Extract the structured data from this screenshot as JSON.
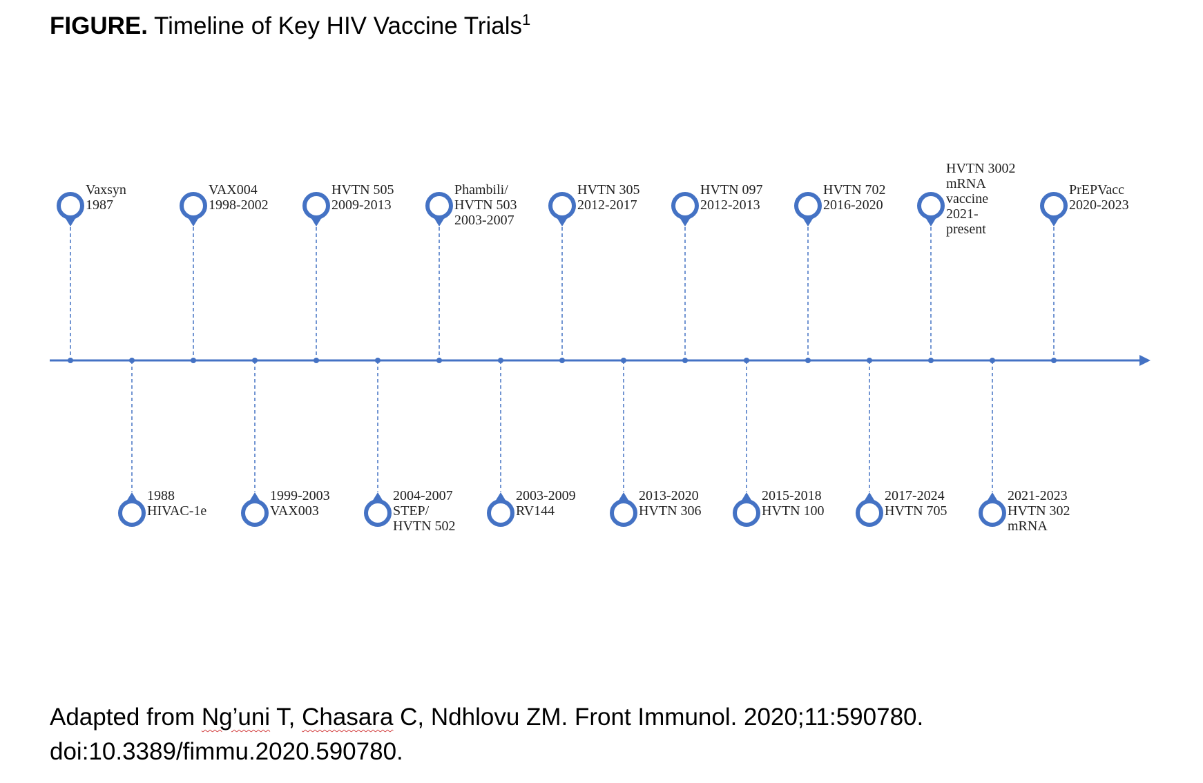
{
  "figure": {
    "label": "FIGURE.",
    "title": "Timeline of Key HIV Vaccine Trials",
    "superscript": "1"
  },
  "timeline": {
    "line_color": "#4472C4",
    "above": [
      {
        "lines": [
          "Vaxsyn",
          "1987"
        ]
      },
      {
        "lines": [
          "VAX004",
          "1998-2002"
        ]
      },
      {
        "lines": [
          "HVTN 505",
          "2009-2013"
        ]
      },
      {
        "lines": [
          "Phambili/",
          "HVTN 503",
          "2003-2007"
        ]
      },
      {
        "lines": [
          "HVTN 305",
          "2012-2017"
        ]
      },
      {
        "lines": [
          "HVTN 097",
          "2012-2013"
        ]
      },
      {
        "lines": [
          "HVTN 702",
          "2016-2020"
        ]
      },
      {
        "lines": [
          "HVTN 3002",
          "mRNA",
          "vaccine",
          "2021-",
          "present"
        ]
      },
      {
        "lines": [
          "PrEPVacc",
          "2020-2023"
        ]
      }
    ],
    "below": [
      {
        "lines": [
          "1988",
          "HIVAC-1e"
        ]
      },
      {
        "lines": [
          "1999-2003",
          "VAX003"
        ]
      },
      {
        "lines": [
          "2004-2007",
          "STEP/",
          "HVTN 502"
        ]
      },
      {
        "lines": [
          "2003-2009",
          "RV144"
        ]
      },
      {
        "lines": [
          "2013-2020",
          "HVTN 306"
        ]
      },
      {
        "lines": [
          "2015-2018",
          "HVTN 100"
        ]
      },
      {
        "lines": [
          "2017-2024",
          "HVTN 705"
        ]
      },
      {
        "lines": [
          "2021-2023",
          "HVTN 302",
          "mRNA"
        ]
      }
    ]
  },
  "citation": {
    "pre": "Adapted from ",
    "sq1": "Ng’uni",
    "mid1": " T, ",
    "sq2": "Chasara",
    "mid2": " C, Ndhlovu ZM. Front Immunol. 2020;11:590780.",
    "line2": "doi:10.3389/fimmu.2020.590780."
  }
}
